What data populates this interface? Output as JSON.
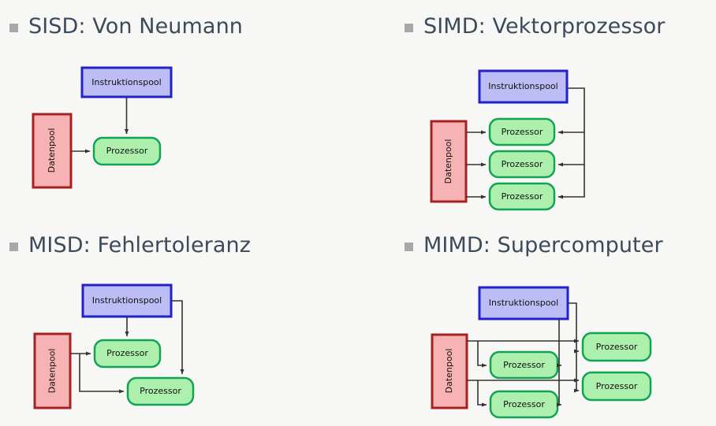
{
  "slide": {
    "background_color": "#f7f7f5",
    "heading_color": "#3c4a5a",
    "bullet_color": "#a8a8a8"
  },
  "palette": {
    "instruction_fill": "#bdbdf5",
    "instruction_border": "#2222c8",
    "data_fill": "#f7b3b3",
    "data_border": "#a62121",
    "processor_fill": "#adf0ad",
    "processor_border": "#12a355",
    "edge": "#333333"
  },
  "labels": {
    "instruction_pool": "Instruktionspool",
    "data_pool": "Datenpool",
    "processor": "Prozessor"
  },
  "quadrants": [
    {
      "id": "sisd",
      "heading": "SISD: Von Neumann",
      "instruction_pools": 1,
      "data_pools": 1,
      "processors": 1
    },
    {
      "id": "simd",
      "heading": "SIMD: Vektorprozessor",
      "instruction_pools": 1,
      "data_pools": 1,
      "processors": 3
    },
    {
      "id": "misd",
      "heading": "MISD: Fehlertoleranz",
      "instruction_pools": 1,
      "data_pools": 1,
      "processors": 2
    },
    {
      "id": "mimd",
      "heading": "MIMD: Supercomputer",
      "instruction_pools": 1,
      "data_pools": 1,
      "processors": 4
    }
  ]
}
